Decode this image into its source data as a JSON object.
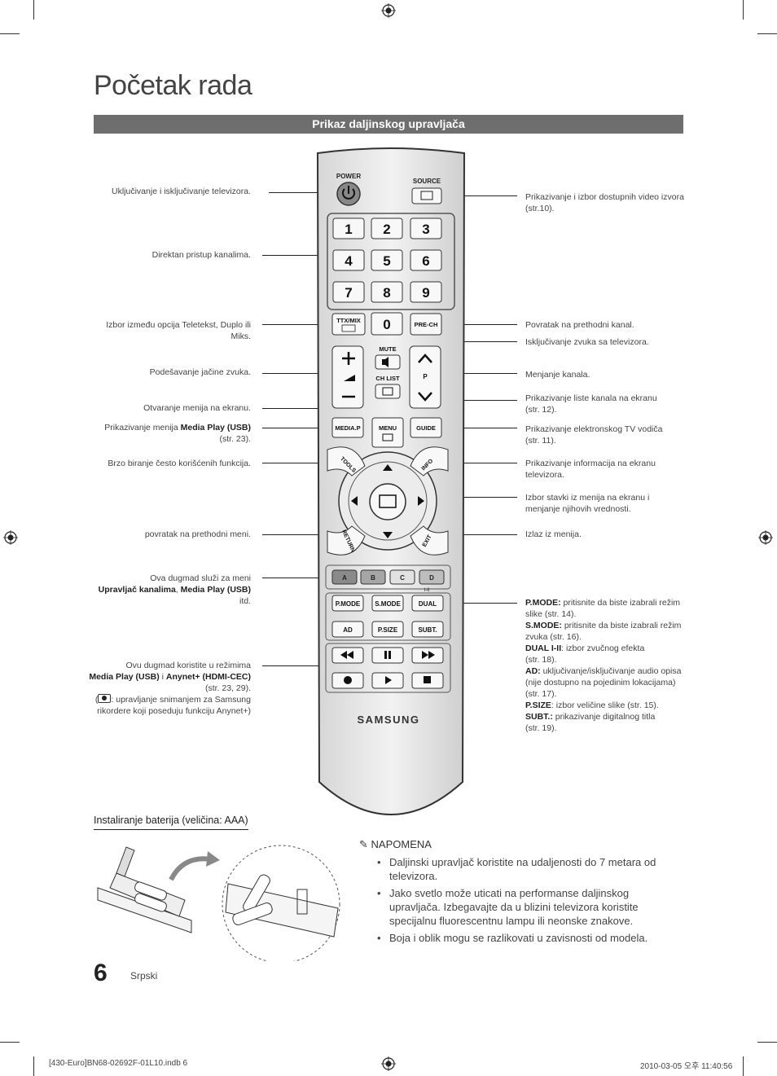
{
  "page": {
    "title": "Početak rada",
    "section_header": "Prikaz daljinskog upravljača",
    "page_number": "6",
    "language": "Srpski"
  },
  "left_labels": {
    "power": "Uključivanje i isključivanje televizora.",
    "channels": "Direktan pristup kanalima.",
    "ttx_1": "Izbor između opcija Teletekst, Duplo ili",
    "ttx_2": "Miks.",
    "volume": "Podešavanje jačine zvuka.",
    "menu": "Otvaranje menija na ekranu.",
    "media_prefix": "Prikazivanje menija ",
    "media_bold": "Media Play (USB)",
    "media_ref": "(str. 23).",
    "tools": "Brzo biranje često korišćenih funkcija.",
    "return": "povratak na prethodni meni.",
    "color_1": "Ova dugmad služi za meni",
    "color_2a": "Upravljač kanalima",
    "color_2b": ", ",
    "color_2c": "Media Play (USB)",
    "color_3": "itd.",
    "play_1": "Ovu dugmad koristite u režimima",
    "play_2a": "Media Play (USB)",
    "play_2b": " i ",
    "play_2c": "Anynet+ (HDMI-CEC)",
    "play_3": "(str. 23, 29).",
    "play_4": ": upravljanje snimanjem za Samsung",
    "play_5": "rikordere koji poseduju funkciju Anynet+)"
  },
  "right_labels": {
    "source_1": "Prikazivanje i izbor dostupnih video izvora",
    "source_2": "(str.10).",
    "prech": "Povratak na prethodni kanal.",
    "mute": "Isključivanje zvuka sa televizora.",
    "channel": "Menjanje kanala.",
    "chlist_1": "Prikazivanje liste kanala na ekranu",
    "chlist_2": "(str. 12).",
    "guide_1": "Prikazivanje elektronskog TV vodiča",
    "guide_2": "(str. 11).",
    "info_1": "Prikazivanje informacija na ekranu",
    "info_2": "televizora.",
    "nav_1": "Izbor stavki iz menija na ekranu i",
    "nav_2": "menjanje njihovih vrednosti.",
    "exit": "Izlaz iz menija.",
    "pmode_b": "P.MODE:",
    "pmode_t": " pritisnite da biste izabrali režim",
    "pmode_t2": "slike (str. 14).",
    "smode_b": "S.MODE:",
    "smode_t": " pritisnite da biste izabrali režim",
    "smode_t2": "zvuka (str. 16).",
    "dual_b": "DUAL I-II",
    "dual_t": ": izbor zvučnog efekta",
    "dual_t2": "(str. 18).",
    "ad_b": "AD:",
    "ad_t": " uključivanje/isključivanje audio opisa",
    "ad_t2": "(nije dostupno na pojedinim lokacijama)",
    "ad_t3": "(str. 17).",
    "psize_b": "P.SIZE",
    "psize_t": ": izbor veličine slike (str. 15).",
    "subt_b": "SUBT.:",
    "subt_t": " prikazivanje digitalnog titla",
    "subt_t2": "(str. 19)."
  },
  "remote": {
    "power": "POWER",
    "source": "SOURCE",
    "digits": [
      "1",
      "2",
      "3",
      "4",
      "5",
      "6",
      "7",
      "8",
      "9"
    ],
    "zero": "0",
    "ttx": "TTX/MIX",
    "prech": "PRE-CH",
    "mute": "MUTE",
    "chlist": "CH LIST",
    "p": "P",
    "media": "MEDIA.P",
    "menu": "MENU",
    "guide": "GUIDE",
    "tools": "TOOLS",
    "info": "INFO",
    "return": "RETURN",
    "exit": "EXIT",
    "colors": [
      "A",
      "B",
      "C",
      "D"
    ],
    "color_hex": [
      "#8a8a8a",
      "#a6a6a6",
      "#e2e2e2",
      "#bdbdbd"
    ],
    "fn_row1": [
      "P.MODE",
      "S.MODE",
      "DUAL"
    ],
    "fn_row2": [
      "AD",
      "P.SIZE",
      "SUBT."
    ],
    "dual_marks": "I-II",
    "brand": "SAMSUNG"
  },
  "battery": {
    "title": "Instaliranje baterija (veličina: AAA)"
  },
  "note": {
    "heading": "NAPOMENA",
    "items": [
      "Daljinski upravljač koristite na udaljenosti do 7 metara od televizora.",
      "Jako svetlo može uticati na performanse daljinskog upravljača. Izbegavajte da u blizini televizora koristite specijalnu fluorescentnu lampu ili neonske znakove.",
      "Boja i oblik mogu se razlikovati u zavisnosti od modela."
    ]
  },
  "footer": {
    "file": "[430-Euro]BN68-02692F-01L10.indb   6",
    "date": "2010-03-05   오후 11:40:56"
  }
}
